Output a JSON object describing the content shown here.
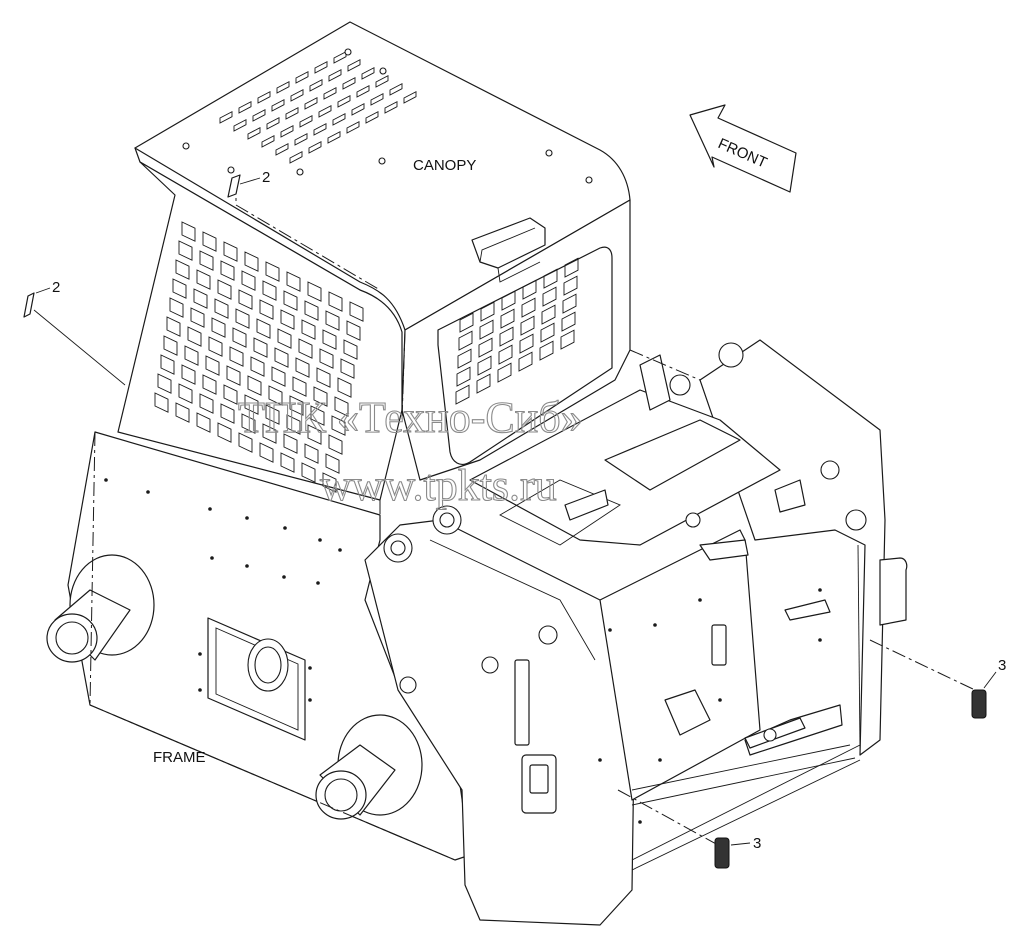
{
  "labels": {
    "canopy": "CANOPY",
    "frame": "FRAME",
    "front": "FRONT"
  },
  "callouts": [
    {
      "id": "2a",
      "text": "2"
    },
    {
      "id": "2b",
      "text": "2"
    },
    {
      "id": "3a",
      "text": "3"
    },
    {
      "id": "3b",
      "text": "3"
    }
  ],
  "watermark": {
    "line1": "ТПК «Техно-Сиб»",
    "line2": "www.tpkts.ru"
  }
}
